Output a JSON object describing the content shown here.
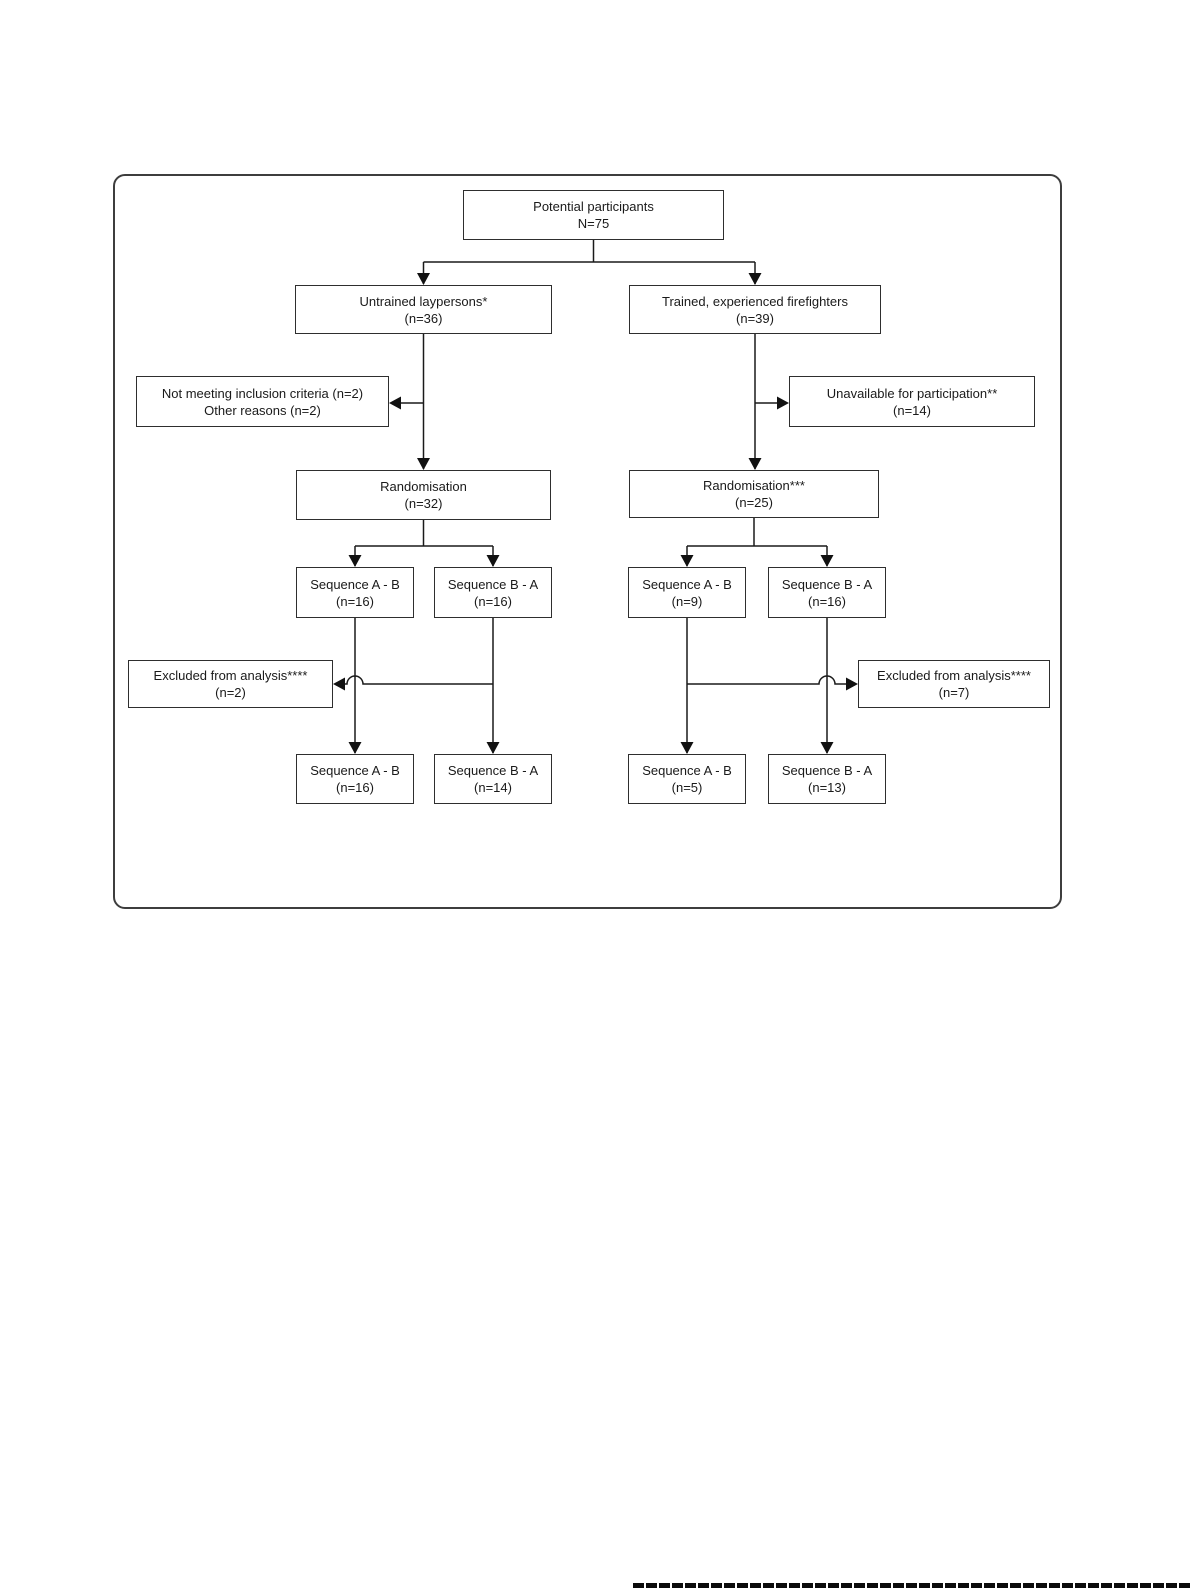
{
  "diagram": {
    "type": "participant-flow-chart",
    "colors": {
      "background": "#ffffff",
      "box_border": "#2e2e2e",
      "frame_border": "#3d3d3d",
      "line": "#1a1a1a",
      "text": "#1a1a1a"
    },
    "boxes": {
      "potential": {
        "line1": "Potential participants",
        "line2": "N=75"
      },
      "untrained": {
        "line1": "Untrained laypersons*",
        "line2": "(n=36)"
      },
      "trained": {
        "line1": "Trained, experienced firefighters",
        "line2": "(n=39)"
      },
      "not_meeting": {
        "line1": "Not meeting inclusion criteria (n=2)",
        "line2": "Other reasons (n=2)"
      },
      "unavailable": {
        "line1": "Unavailable for participation**",
        "line2": "(n=14)"
      },
      "randomisation_left": {
        "line1": "Randomisation",
        "line2": "(n=32)"
      },
      "randomisation_right": {
        "line1": "Randomisation***",
        "line2": "(n=25)"
      },
      "seq_ab_left": {
        "line1": "Sequence A - B",
        "line2": "(n=16)"
      },
      "seq_ba_left": {
        "line1": "Sequence B - A",
        "line2": "(n=16)"
      },
      "seq_ab_right": {
        "line1": "Sequence A - B",
        "line2": "(n=9)"
      },
      "seq_ba_right": {
        "line1": "Sequence B - A",
        "line2": "(n=16)"
      },
      "excluded_left": {
        "line1": "Excluded from analysis****",
        "line2": "(n=2)"
      },
      "excluded_right": {
        "line1": "Excluded from analysis****",
        "line2": "(n=7)"
      },
      "seq_ab_left_final": {
        "line1": "Sequence A - B",
        "line2": "(n=16)"
      },
      "seq_ba_left_final": {
        "line1": "Sequence B - A",
        "line2": "(n=14)"
      },
      "seq_ab_right_final": {
        "line1": "Sequence A - B",
        "line2": "(n=5)"
      },
      "seq_ba_right_final": {
        "line1": "Sequence B - A",
        "line2": "(n=13)"
      }
    }
  }
}
